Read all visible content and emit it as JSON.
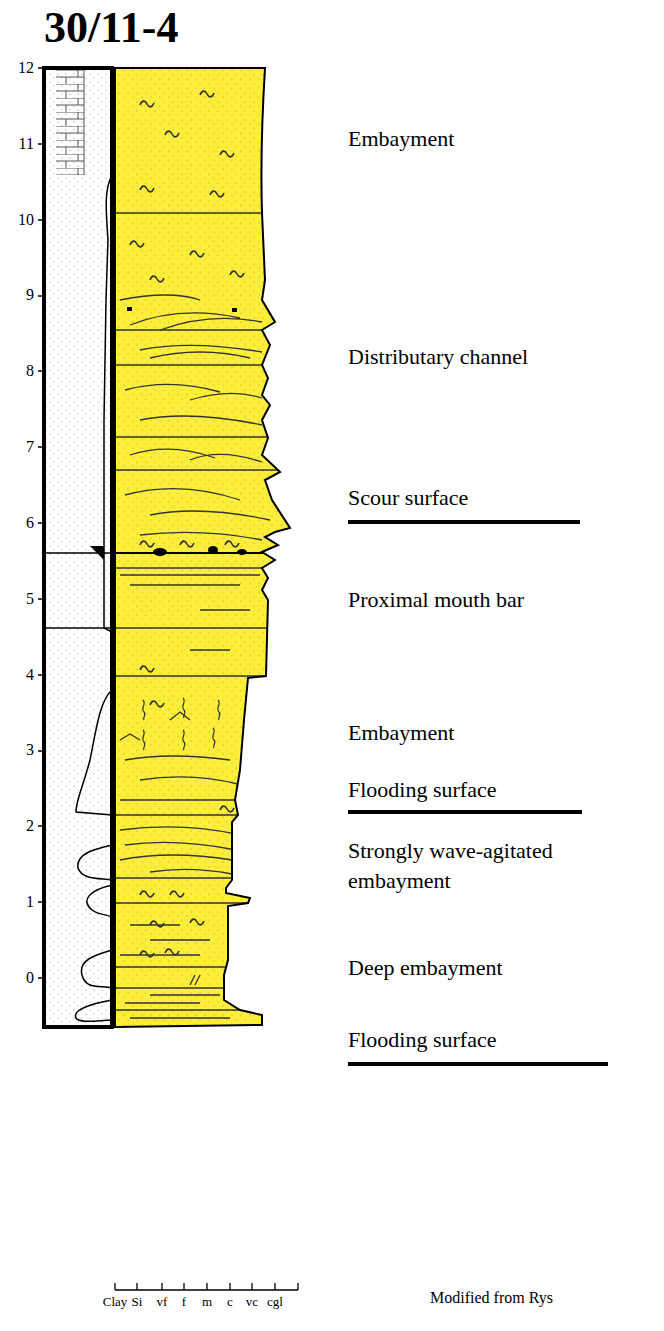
{
  "diagram": {
    "title": "30/11-4",
    "labels": [
      "12",
      "11",
      "10",
      "9",
      "8",
      "7",
      "6",
      "5",
      "4",
      "3",
      "2",
      "1",
      "0",
      "Embayment",
      "Distributary channel",
      "Scour surface",
      "Proximal mouth bar",
      "Embayment",
      "Flooding surface",
      "Strongly wave-agitated embayment",
      "Deep embayment",
      "Flooding surface",
      "Clay",
      "Si",
      "vf",
      "f",
      "m",
      "c",
      "vc",
      "cgl",
      "Modified from Rys"
    ]
  }
}
